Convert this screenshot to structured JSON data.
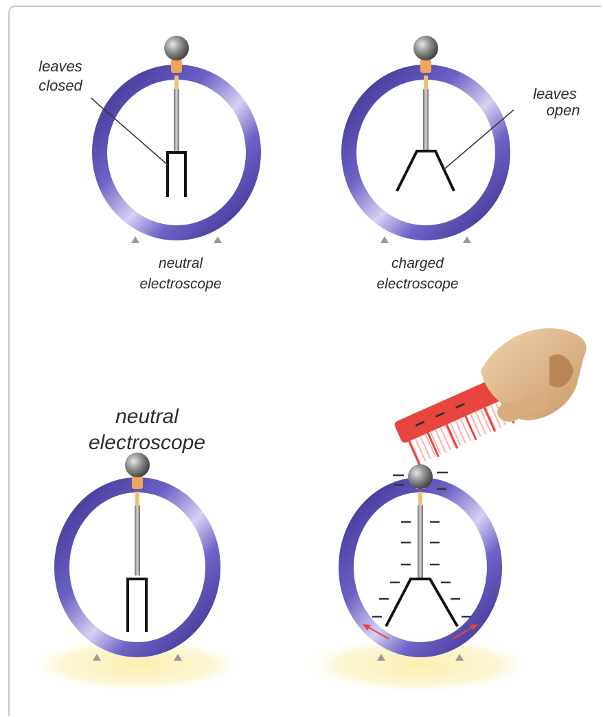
{
  "diagram": {
    "panels": [
      {
        "id": "top-left",
        "caption_line1": "neutral",
        "caption_line2": "electroscope",
        "callout_line1": "leaves",
        "callout_line2": "closed",
        "leaves": "closed"
      },
      {
        "id": "top-right",
        "caption_line1": "charged",
        "caption_line2": "electroscope",
        "callout_line1": "leaves",
        "callout_line2": "open",
        "leaves": "open"
      },
      {
        "id": "bottom-left",
        "title_line1": "neutral",
        "title_line2": "electroscope",
        "leaves": "closed",
        "has_glow": true
      },
      {
        "id": "bottom-right",
        "leaves": "open",
        "has_glow": true,
        "has_comb": true,
        "charge_sign": "negative"
      }
    ],
    "colors": {
      "ring": "#5a4fb0",
      "ring_highlight": "#c9c2ee",
      "knob": "#7d7d7d",
      "comb": "#e8453f",
      "hand": "#e8c49a",
      "glow": "#fbf3c2",
      "arrow": "#e8453f",
      "insulator": "#f0a65a"
    }
  }
}
